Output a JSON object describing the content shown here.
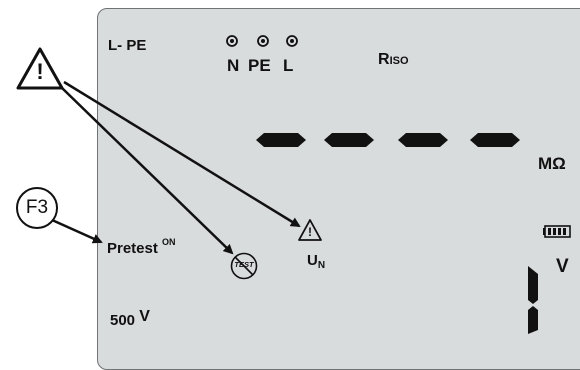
{
  "display": {
    "mode_label": "L- PE",
    "terminal_labels": [
      "N",
      "PE",
      "L"
    ],
    "measurement_label": "R",
    "measurement_subscript": "ISO",
    "value_segments": [
      "-",
      "-",
      "-",
      "-"
    ],
    "unit_resistance": "MΩ",
    "pretest_label": "Pretest",
    "pretest_superscript": "ON",
    "test_icon_text": "TEST",
    "un_label": "U",
    "un_subscript": "N",
    "voltage_unit": "V",
    "test_voltage_value": "500",
    "test_voltage_unit": "V"
  },
  "callouts": {
    "warning_glyph": "!",
    "function_key": "F3"
  },
  "icons": {
    "terminals": "terminal-dot-icon",
    "warning": "warning-triangle-icon",
    "battery": "battery-icon",
    "test_disabled": "test-prohibited-icon"
  },
  "colors": {
    "lcd_background": "#d9dcdc",
    "lcd_border": "#6f7373",
    "ink": "#111111"
  }
}
